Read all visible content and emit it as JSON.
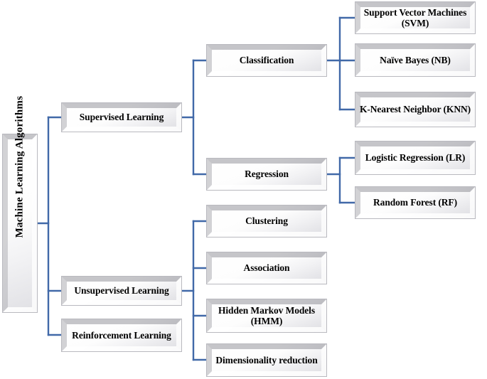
{
  "diagram": {
    "title": "Machine Learning Algorithms",
    "type": "hierarchy-tree",
    "line_color": "#4169a8",
    "box_border_color": "#b9b9bf",
    "text_color": "#000000",
    "root": {
      "label": "Machine Learning Algorithms"
    },
    "level1": [
      {
        "label": "Supervised Learning"
      },
      {
        "label": "Unsupervised Learning"
      },
      {
        "label": "Reinforcement Learning"
      }
    ],
    "supervised_children": [
      {
        "label": "Classification"
      },
      {
        "label": "Regression"
      }
    ],
    "classification_children": [
      {
        "label": "Support Vector Machines (SVM)"
      },
      {
        "label": "Naïve Bayes (NB)"
      },
      {
        "label": "K-Nearest Neighbor (KNN)"
      }
    ],
    "regression_children": [
      {
        "label": "Logistic Regression (LR)"
      },
      {
        "label": "Random Forest (RF)"
      }
    ],
    "unsupervised_children": [
      {
        "label": "Clustering"
      },
      {
        "label": "Association"
      },
      {
        "label": "Hidden Markov Models (HMM)"
      },
      {
        "label": "Dimensionality reduction"
      }
    ]
  }
}
